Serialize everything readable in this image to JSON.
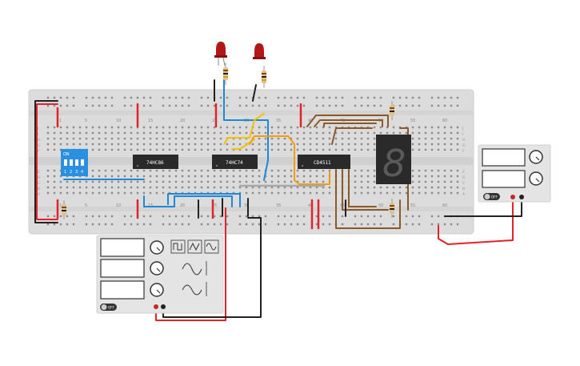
{
  "breadboard": {
    "column_numbers": [
      "1",
      "5",
      "10",
      "15",
      "20",
      "25",
      "30",
      "35",
      "40",
      "45",
      "50",
      "55",
      "60"
    ],
    "row_letters_top": [
      "J",
      "I",
      "H",
      "G",
      "F"
    ],
    "row_letters_bottom": [
      "E",
      "D",
      "C",
      "B",
      "A"
    ]
  },
  "chips": {
    "xor": "74HC86",
    "flipflop": "74HC74",
    "decoder": "CD4511"
  },
  "dip_switch": {
    "on_label": "ON",
    "positions": [
      "1",
      "2",
      "3",
      "4"
    ]
  },
  "seven_segment": {
    "digit": "8"
  },
  "function_generator": {
    "power_button": "OFF"
  },
  "power_supply": {
    "power_button": "OFF"
  },
  "colors": {
    "wire_blue": "#1e88d6",
    "wire_orange": "#f39c12",
    "wire_yellow": "#f2c200",
    "wire_brown": "#8b5a2b",
    "wire_red": "#e0242a",
    "wire_black": "#222222",
    "led_red": "#b01818",
    "rail_red": "#d9302c",
    "dip_blue": "#2b8fe0"
  },
  "icons": [
    "square-wave-icon",
    "triangle-wave-icon",
    "sine-wave-icon",
    "knob-icon",
    "led-icon",
    "resistor-icon"
  ]
}
